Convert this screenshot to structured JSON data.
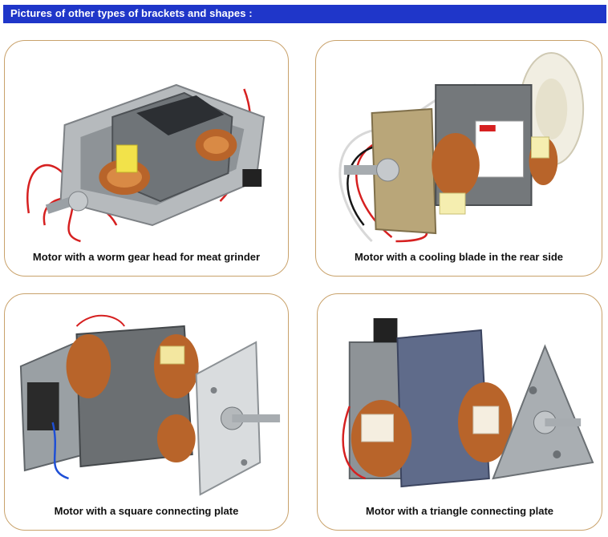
{
  "header": {
    "title": "Pictures of other types of brackets and shapes :",
    "background_color": "#1f36c9"
  },
  "cards": [
    {
      "caption": "Motor with a worm gear head for meat grinder",
      "photo": "motor-worm-gear-photo"
    },
    {
      "caption": "Motor with a cooling blade in the rear side",
      "photo": "motor-cooling-blade-photo"
    },
    {
      "caption": "Motor with a square connecting plate",
      "photo": "motor-square-plate-photo"
    },
    {
      "caption": "Motor with a triangle connecting plate",
      "photo": "motor-triangle-plate-photo"
    }
  ],
  "colors": {
    "card_border": "#c9a26b",
    "copper_winding": "#b8642a",
    "stator_gray": "#6f7478"
  }
}
